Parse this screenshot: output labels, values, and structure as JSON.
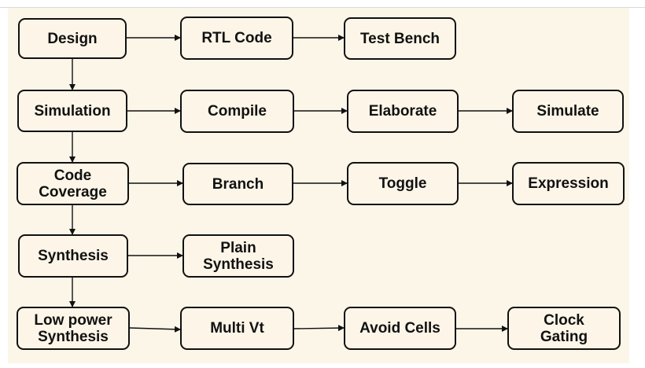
{
  "diagram": {
    "colors": {
      "background": "#fcf6e9",
      "box_fill": "#fdf6e8",
      "stroke": "#111111"
    },
    "nodes": {
      "design": "Design",
      "rtl_code": "RTL Code",
      "test_bench": "Test Bench",
      "simulation": "Simulation",
      "compile": "Compile",
      "elaborate": "Elaborate",
      "simulate": "Simulate",
      "code_coverage": [
        "Code",
        "Coverage"
      ],
      "branch": "Branch",
      "toggle": "Toggle",
      "expression": "Expression",
      "synthesis": "Synthesis",
      "plain_synthesis": [
        "Plain",
        "Synthesis"
      ],
      "low_power_synthesis": [
        "Low power",
        "Synthesis"
      ],
      "multi_vt": "Multi Vt",
      "avoid_cells": "Avoid Cells",
      "clock_gating": [
        "Clock",
        "Gating"
      ]
    },
    "edges": [
      [
        "design",
        "rtl_code"
      ],
      [
        "rtl_code",
        "test_bench"
      ],
      [
        "design",
        "simulation"
      ],
      [
        "simulation",
        "compile"
      ],
      [
        "compile",
        "elaborate"
      ],
      [
        "elaborate",
        "simulate"
      ],
      [
        "simulation",
        "code_coverage"
      ],
      [
        "code_coverage",
        "branch"
      ],
      [
        "branch",
        "toggle"
      ],
      [
        "toggle",
        "expression"
      ],
      [
        "code_coverage",
        "synthesis"
      ],
      [
        "synthesis",
        "plain_synthesis"
      ],
      [
        "synthesis",
        "low_power_synthesis"
      ],
      [
        "low_power_synthesis",
        "multi_vt"
      ],
      [
        "multi_vt",
        "avoid_cells"
      ],
      [
        "avoid_cells",
        "clock_gating"
      ]
    ]
  }
}
